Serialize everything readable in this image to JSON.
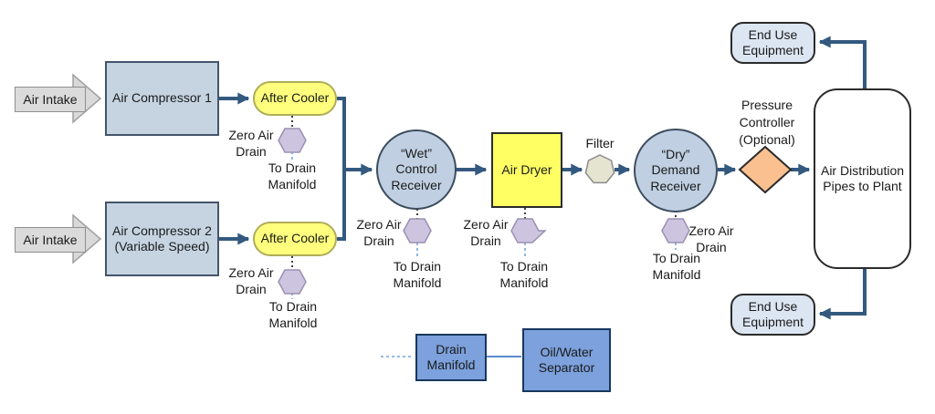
{
  "colors": {
    "flow_line": "#33597F",
    "compressor_fill": "#C6D4E2",
    "receiver_fill": "#C0D0E2",
    "after_cooler_fill": "#FFFF7D",
    "air_dryer_fill": "#FFFF63",
    "filter_fill": "#E4E4D0",
    "pressure_controller_fill": "#FAC08F",
    "end_use_fill": "#DCE6F2",
    "manifold_fill": "#7CA1DC",
    "drain_valve_fill": "#CDC5DF",
    "drain_line_blue": "#6FA8DC",
    "intake_fill": "#D9D9D9"
  },
  "nodes": {
    "air_intake_1": "Air Intake",
    "air_intake_2": "Air Intake",
    "air_compressor_1": "Air Compressor 1",
    "air_compressor_2": "Air Compressor 2\n(Variable Speed)",
    "after_cooler_1": "After Cooler",
    "after_cooler_2": "After Cooler",
    "wet_control_receiver": "“Wet”\nControl\nReceiver",
    "air_dryer": "Air Dryer",
    "filter": "Filter",
    "dry_demand_receiver": "“Dry”\nDemand\nReceiver",
    "pressure_controller": "Pressure\nController\n(Optional)",
    "air_distribution": "Air Distribution\nPipes to Plant",
    "end_use_equipment_top": "End Use\nEquipment",
    "end_use_equipment_bottom": "End Use\nEquipment",
    "drain_manifold": "Drain\nManifold",
    "oil_water_separator": "Oil/Water\nSeparator"
  },
  "drain_labels": {
    "zero_air_drain": "Zero Air\nDrain",
    "to_drain_manifold": "To Drain\nManifold"
  }
}
